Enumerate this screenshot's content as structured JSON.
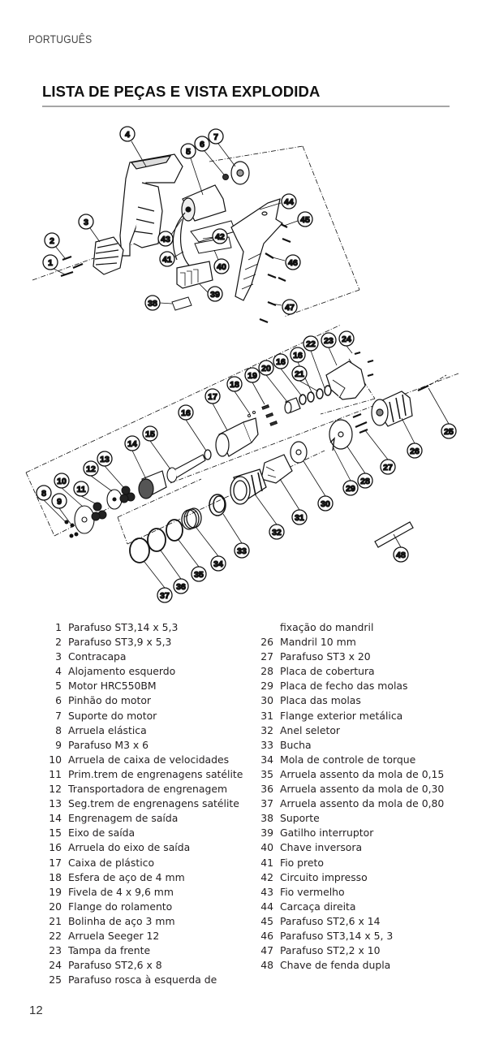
{
  "header": {
    "language": "PORTUGUÊS",
    "title": "LISTA DE PEÇAS E VISTA EXPLODIDA"
  },
  "diagram": {
    "callouts": [
      "1",
      "2",
      "3",
      "4",
      "5",
      "6",
      "7",
      "8",
      "9",
      "10",
      "11",
      "12",
      "13",
      "14",
      "15",
      "16",
      "16",
      "16",
      "17",
      "18",
      "19",
      "20",
      "21",
      "22",
      "23",
      "24",
      "25",
      "26",
      "27",
      "28",
      "29",
      "30",
      "31",
      "32",
      "33",
      "34",
      "35",
      "36",
      "37",
      "38",
      "39",
      "40",
      "41",
      "42",
      "43",
      "44",
      "45",
      "46",
      "47",
      "48"
    ]
  },
  "parts_left": [
    {
      "num": "1",
      "name": "Parafuso ST3,14 x 5,3"
    },
    {
      "num": "2",
      "name": "Parafuso ST3,9 x 5,3"
    },
    {
      "num": "3",
      "name": "Contracapa"
    },
    {
      "num": "4",
      "name": "Alojamento esquerdo"
    },
    {
      "num": "5",
      "name": "Motor HRC550BM"
    },
    {
      "num": "6",
      "name": "Pinhão do motor"
    },
    {
      "num": "7",
      "name": "Suporte do motor"
    },
    {
      "num": "8",
      "name": "Arruela elástica"
    },
    {
      "num": "9",
      "name": "Parafuso M3 x 6"
    },
    {
      "num": "10",
      "name": "Arruela de caixa de velocidades"
    },
    {
      "num": "11",
      "name": "Prim.trem de engrenagens satélite"
    },
    {
      "num": "12",
      "name": "Transportadora de engrenagem"
    },
    {
      "num": "13",
      "name": "Seg.trem de engrenagens satélite"
    },
    {
      "num": "14",
      "name": "Engrenagem de saída"
    },
    {
      "num": "15",
      "name": "Eixo de saída"
    },
    {
      "num": "16",
      "name": "Arruela do eixo de saída"
    },
    {
      "num": "17",
      "name": "Caixa de plástico"
    },
    {
      "num": "18",
      "name": "Esfera de aço de 4 mm"
    },
    {
      "num": "19",
      "name": "Fivela de 4 x 9,6 mm"
    },
    {
      "num": "20",
      "name": "Flange do rolamento"
    },
    {
      "num": "21",
      "name": "Bolinha de aço 3 mm"
    },
    {
      "num": "22",
      "name": "Arruela Seeger 12"
    },
    {
      "num": "23",
      "name": "Tampa da frente"
    },
    {
      "num": "24",
      "name": "Parafuso ST2,6 x 8"
    },
    {
      "num": "25",
      "name": "Parafuso rosca à esquerda de"
    }
  ],
  "part_25_continuation": "fixação do mandril",
  "parts_right": [
    {
      "num": "26",
      "name": "Mandril 10 mm"
    },
    {
      "num": "27",
      "name": "Parafuso ST3 x 20"
    },
    {
      "num": "28",
      "name": "Placa de cobertura"
    },
    {
      "num": "29",
      "name": "Placa de fecho das molas"
    },
    {
      "num": "30",
      "name": "Placa das molas"
    },
    {
      "num": "31",
      "name": "Flange exterior metálica"
    },
    {
      "num": "32",
      "name": "Anel seletor"
    },
    {
      "num": "33",
      "name": "Bucha"
    },
    {
      "num": "34",
      "name": "Mola de controle de torque"
    },
    {
      "num": "35",
      "name": "Arruela assento da mola de 0,15"
    },
    {
      "num": "36",
      "name": "Arruela assento da mola de 0,30"
    },
    {
      "num": "37",
      "name": "Arruela assento da mola de 0,80"
    },
    {
      "num": "38",
      "name": "Suporte"
    },
    {
      "num": "39",
      "name": "Gatilho interruptor"
    },
    {
      "num": "40",
      "name": "Chave inversora"
    },
    {
      "num": "41",
      "name": "Fio preto"
    },
    {
      "num": "42",
      "name": "Circuito impresso"
    },
    {
      "num": "43",
      "name": "Fio vermelho"
    },
    {
      "num": "44",
      "name": "Carcaça direita"
    },
    {
      "num": "45",
      "name": "Parafuso ST2,6 x 14"
    },
    {
      "num": "46",
      "name": "Parafuso ST3,14 x 5, 3"
    },
    {
      "num": "47",
      "name": "Parafuso ST2,2 x 10"
    },
    {
      "num": "48",
      "name": "Chave de fenda dupla"
    }
  ],
  "footer": {
    "page_number": "12"
  },
  "colors": {
    "text": "#231f20",
    "rule": "#a6a6a6",
    "line_art": "#111111"
  }
}
